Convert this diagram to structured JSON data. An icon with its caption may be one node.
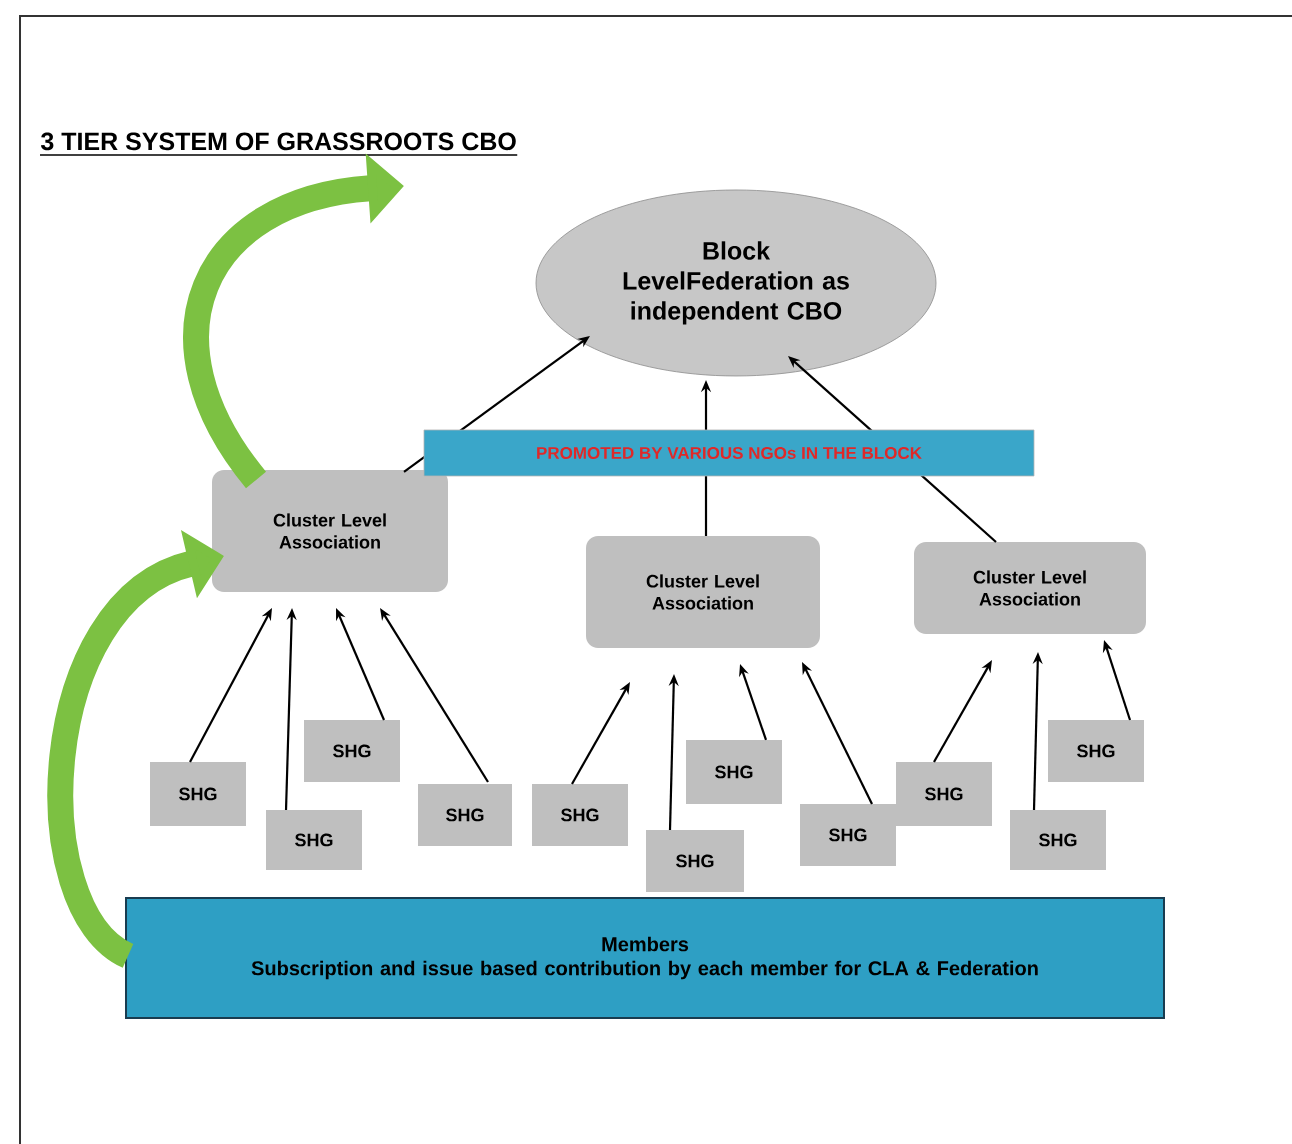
{
  "diagram": {
    "title": "3 TIER SYSTEM  OF  GRASSROOTS  CBO",
    "nodes": [
      {
        "text": [
          "Block LevelFederation as independent CBO"
        ]
      },
      {
        "text": [
          "Cluster Level Association"
        ]
      },
      {
        "text": [
          "Cluster Level Association"
        ]
      },
      {
        "text": [
          "Cluster Level Association"
        ]
      },
      {
        "text": [
          "SHG"
        ]
      },
      {
        "text": [
          "SHG"
        ]
      },
      {
        "text": [
          "SHG"
        ]
      },
      {
        "text": [
          "SHG"
        ]
      },
      {
        "text": [
          "SHG"
        ]
      },
      {
        "text": [
          "SHG"
        ]
      },
      {
        "text": [
          "SHG"
        ]
      },
      {
        "text": [
          "SHG"
        ]
      },
      {
        "text": [
          "SHG"
        ]
      },
      {
        "text": [
          "SHG"
        ]
      },
      {
        "text": [
          "SHG"
        ]
      },
      {
        "text": [
          "Members",
          "Subscription and issue based contribution by each member for CLA & Federation"
        ]
      }
    ],
    "edges": [
      {
        "from": 1,
        "to": 0,
        "arrow": "to"
      },
      {
        "from": 2,
        "to": 0,
        "arrow": "to"
      },
      {
        "from": 3,
        "to": 0,
        "arrow": "to"
      },
      {
        "from": 4,
        "to": 1,
        "arrow": "to"
      },
      {
        "from": 5,
        "to": 1,
        "arrow": "to"
      },
      {
        "from": 6,
        "to": 1,
        "arrow": "to"
      },
      {
        "from": 7,
        "to": 1,
        "arrow": "to"
      },
      {
        "from": 8,
        "to": 2,
        "arrow": "to"
      },
      {
        "from": 9,
        "to": 2,
        "arrow": "to"
      },
      {
        "from": 10,
        "to": 2,
        "arrow": "to"
      },
      {
        "from": 11,
        "to": 2,
        "arrow": "to"
      },
      {
        "from": 12,
        "to": 3,
        "arrow": "to"
      },
      {
        "from": 13,
        "to": 3,
        "arrow": "to"
      },
      {
        "from": 14,
        "to": 3,
        "arrow": "to"
      },
      {
        "from": 15,
        "to": 1,
        "arrow": "to",
        "style": "thick",
        "color": "#7cc142"
      },
      {
        "from": 1,
        "to": null,
        "arrow": "to",
        "style": "thick",
        "color": "#7cc142"
      }
    ],
    "labels": [
      "PROMOTED BY VARIOUS NGOs IN THE BLOCK"
    ]
  }
}
